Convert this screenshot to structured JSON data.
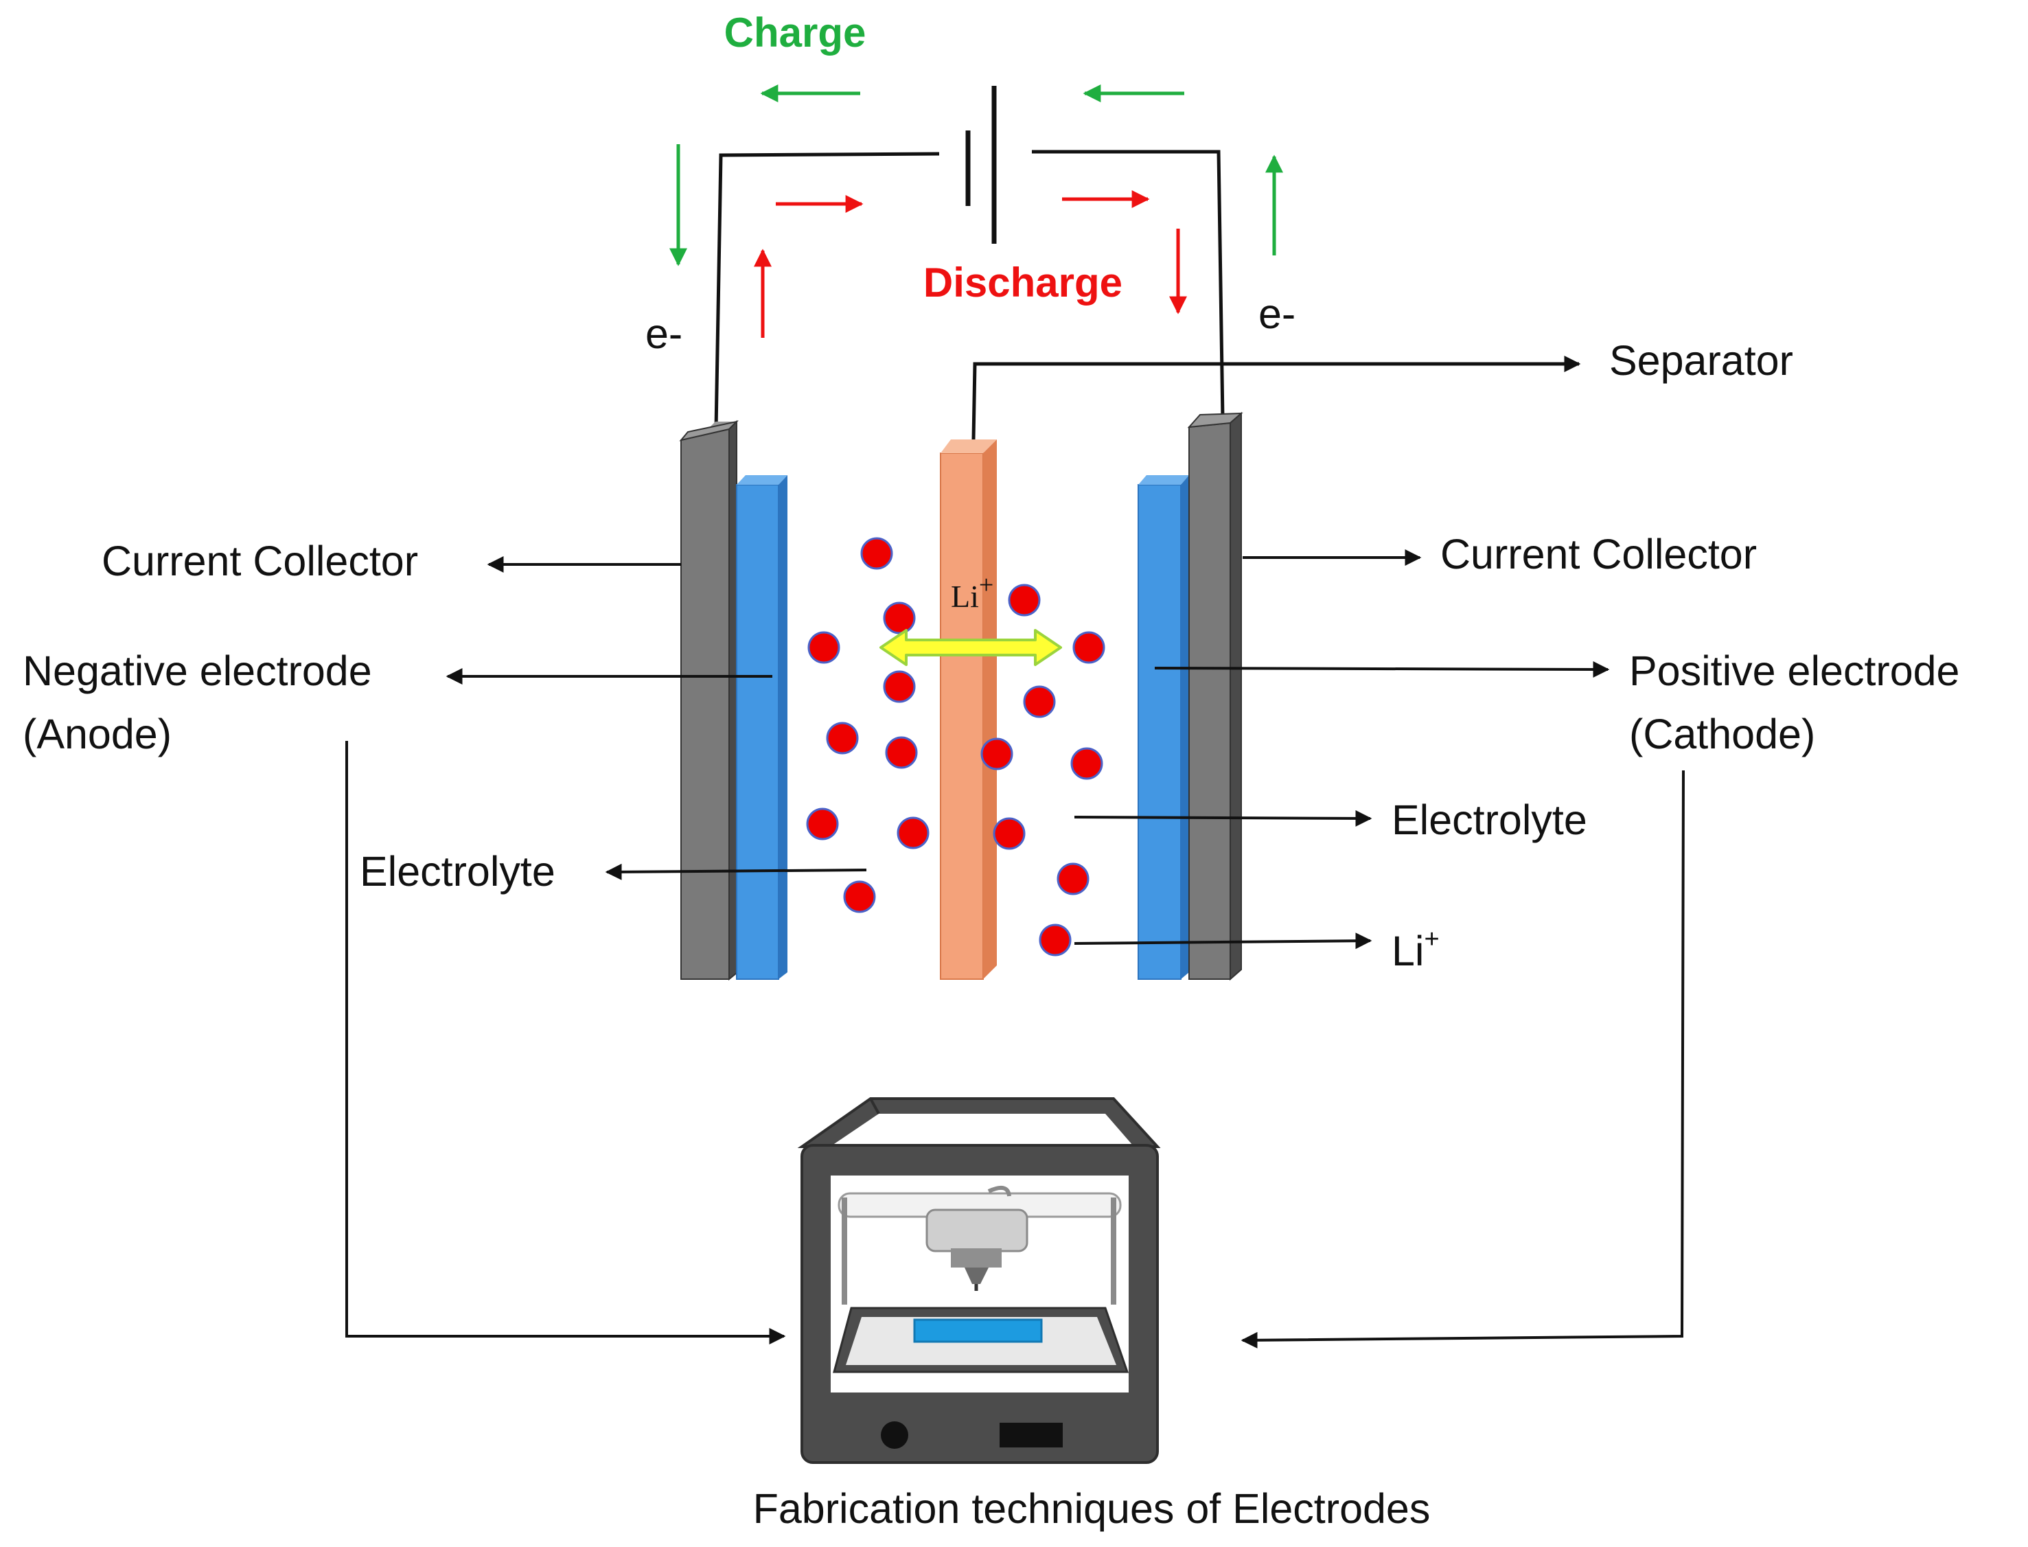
{
  "colors": {
    "charge": "#1fae3f",
    "discharge": "#ee1111",
    "collector_face": "#7a7a7a",
    "collector_side": "#4a4a4a",
    "electrode_face": "#4397e3",
    "electrode_side": "#2c74bf",
    "separator_face": "#f4a27a",
    "separator_side": "#e07f51",
    "ion": "#ee0000",
    "ion_outline": "#4a62c9",
    "ion_arrow": "#ffff33",
    "ion_arrow_outline": "#9bd43c",
    "printer_frame": "#4c4c4c",
    "printer_part": "#1d9be0"
  },
  "circuit": {
    "charge_label": "Charge",
    "discharge_label": "Discharge",
    "electron_left": "e-",
    "electron_right": "e-"
  },
  "labels": {
    "separator": "Separator",
    "current_collector_left": "Current Collector",
    "current_collector_right": "Current Collector",
    "negative_electrode": "Negative electrode",
    "anode": "(Anode)",
    "positive_electrode": "Positive electrode",
    "cathode": "(Cathode)",
    "electrolyte_left": "Electrolyte",
    "electrolyte_right": "Electrolyte",
    "li_ion_base": "Li",
    "li_ion_sup": "+",
    "center_li_base": "Li",
    "center_li_sup": "+"
  },
  "printer": {
    "caption": "Fabrication techniques of Electrodes",
    "icon": "3d-printer-icon"
  }
}
